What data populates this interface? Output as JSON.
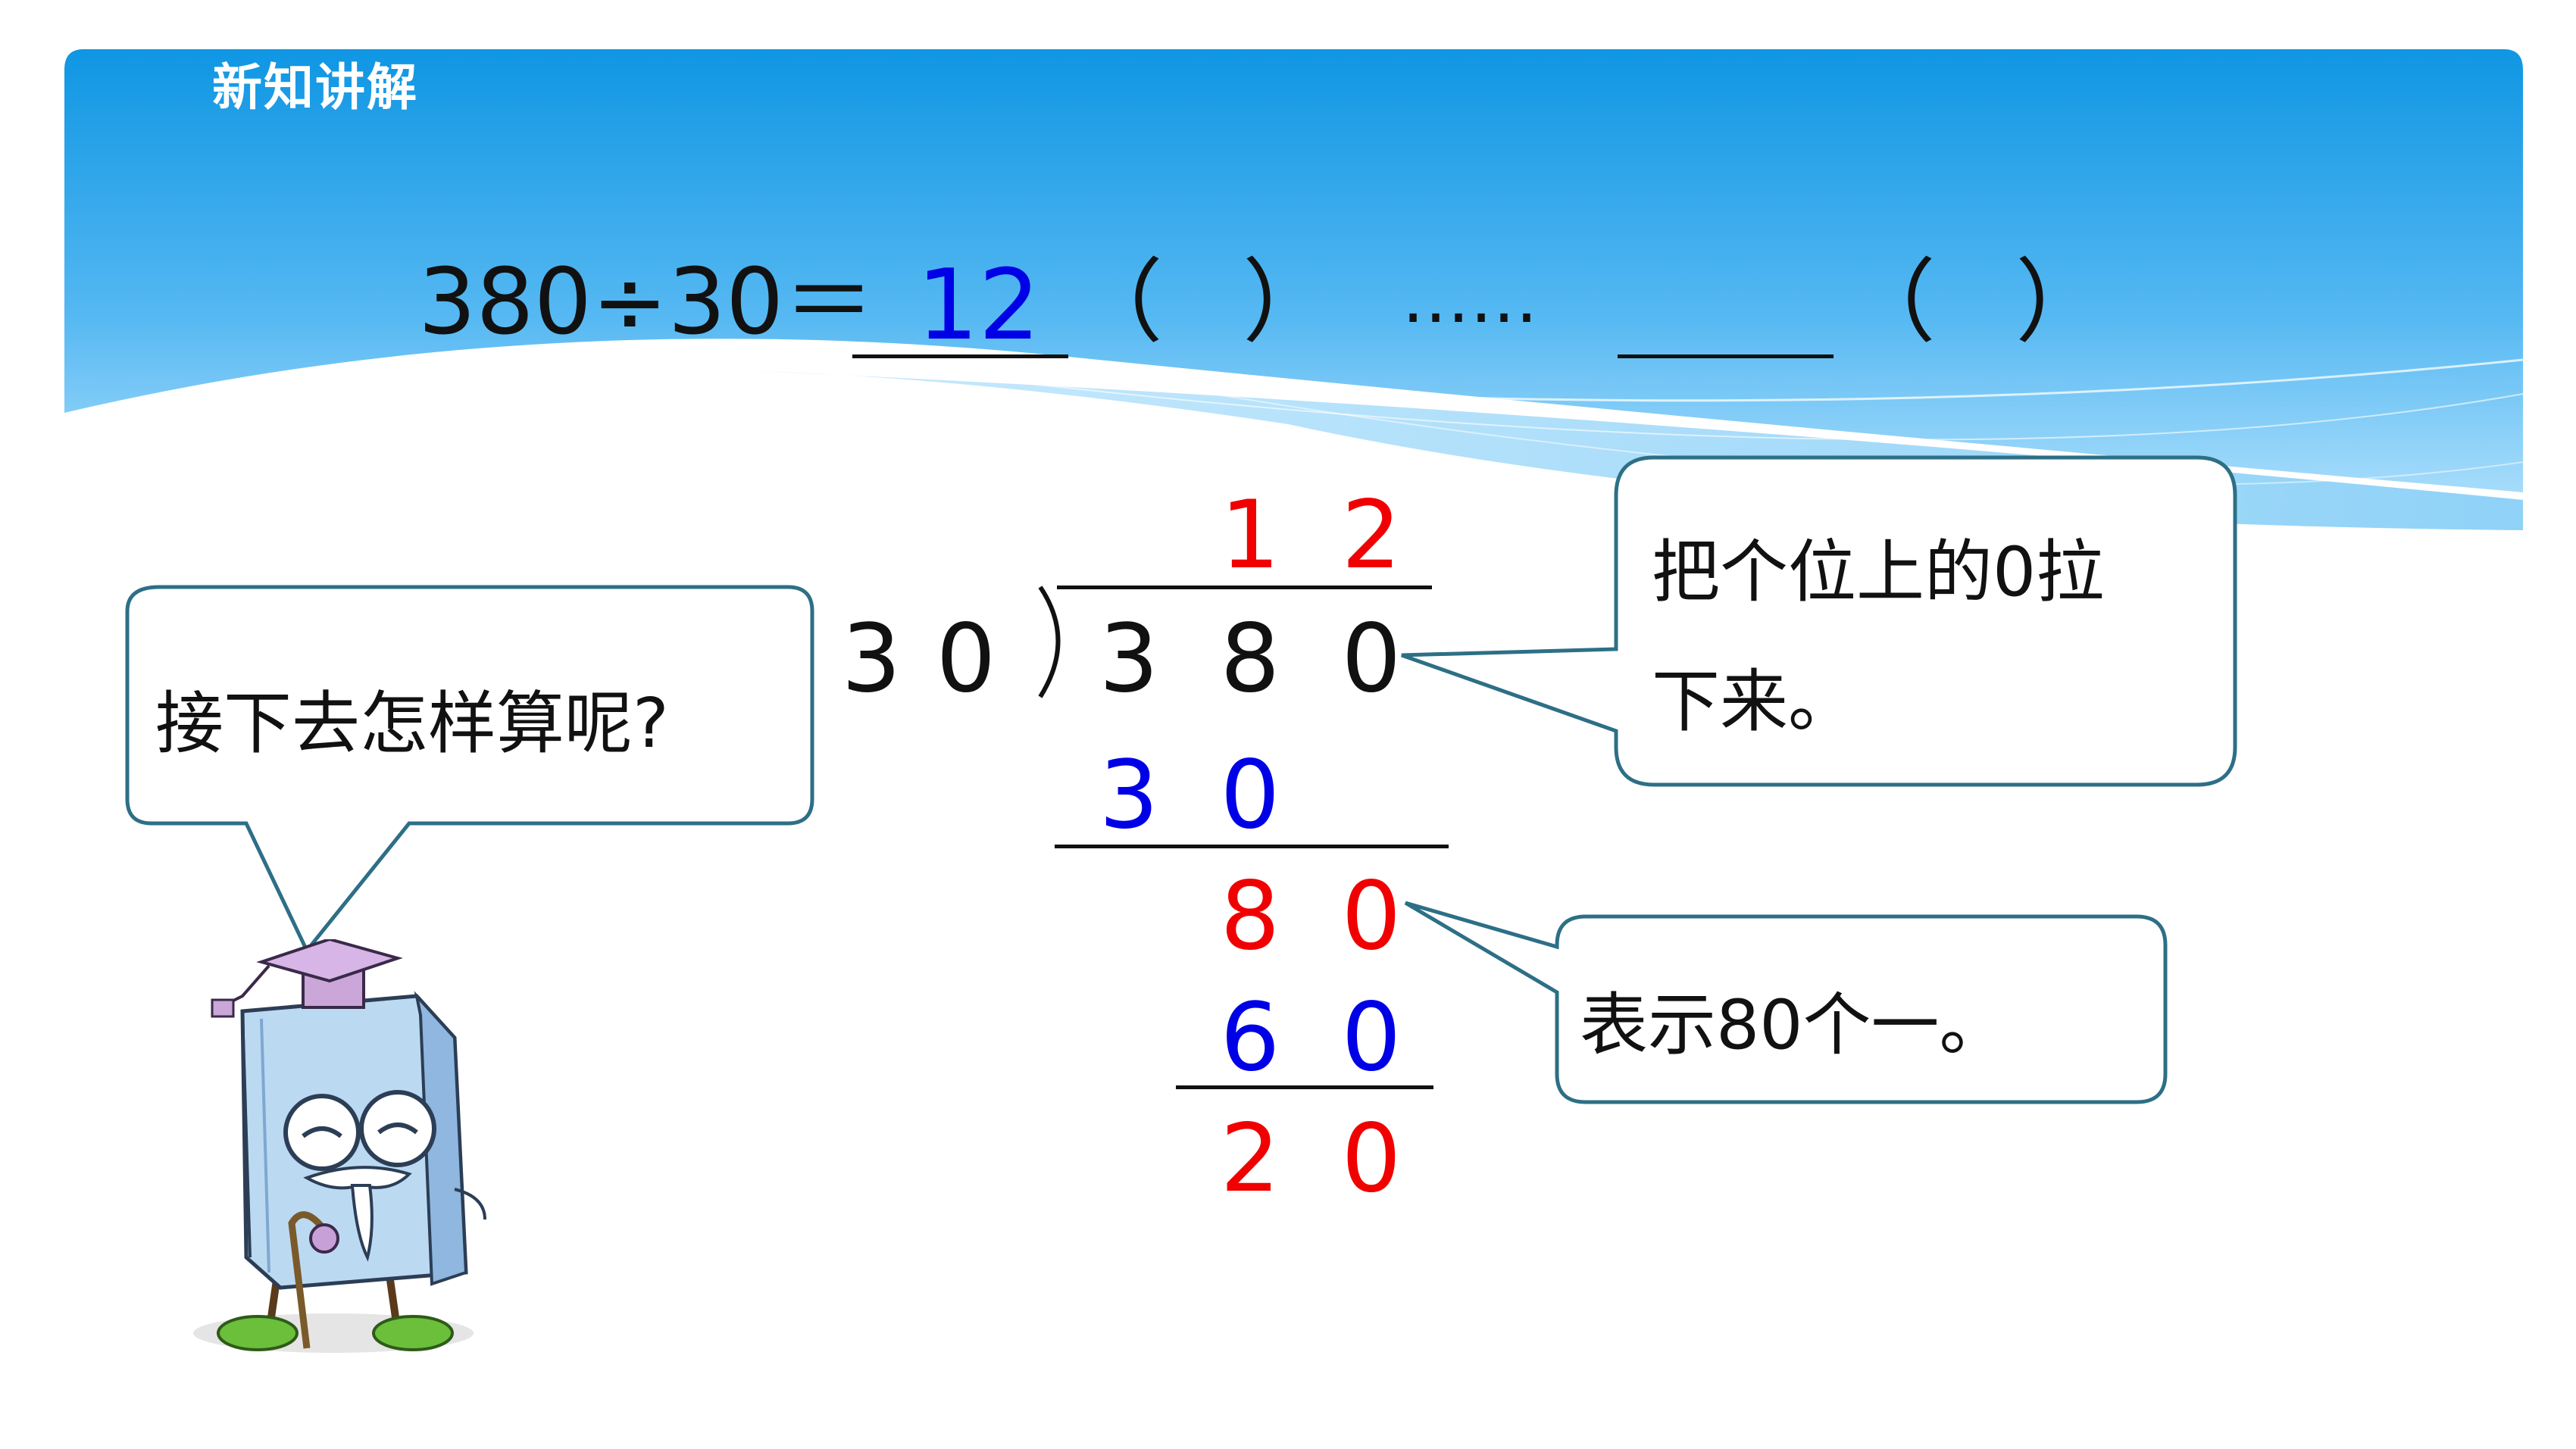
{
  "header": {
    "section_title": "新知讲解",
    "colors": {
      "top": "#0f96e3",
      "bottom": "#8bd0fa",
      "accent": "#2d6f86"
    }
  },
  "equation": {
    "expression": "380÷30＝",
    "quotient_answer": "12",
    "paren_open_1": "（",
    "paren_close_1": "）",
    "ellipsis": "……",
    "paren_open_2": "（",
    "paren_close_2": "）"
  },
  "long_division": {
    "quotient": [
      "1",
      "2"
    ],
    "divisor": [
      "3",
      "0"
    ],
    "dividend": [
      "3",
      "8",
      "0"
    ],
    "step1_product": [
      "3",
      "0"
    ],
    "step1_remainder": [
      "8",
      "0"
    ],
    "step2_product": [
      "6",
      "0"
    ],
    "final_remainder": [
      "2",
      "0"
    ],
    "colors": {
      "red": "#f00000",
      "blue": "#0000e6"
    }
  },
  "bubbles": {
    "question": "接下去怎样算呢?",
    "hint_line1": "把个位上的0拉",
    "hint_line2": "下来。",
    "note": "表示80个一。"
  },
  "character": {
    "icon": "book-professor-mascot-icon"
  }
}
